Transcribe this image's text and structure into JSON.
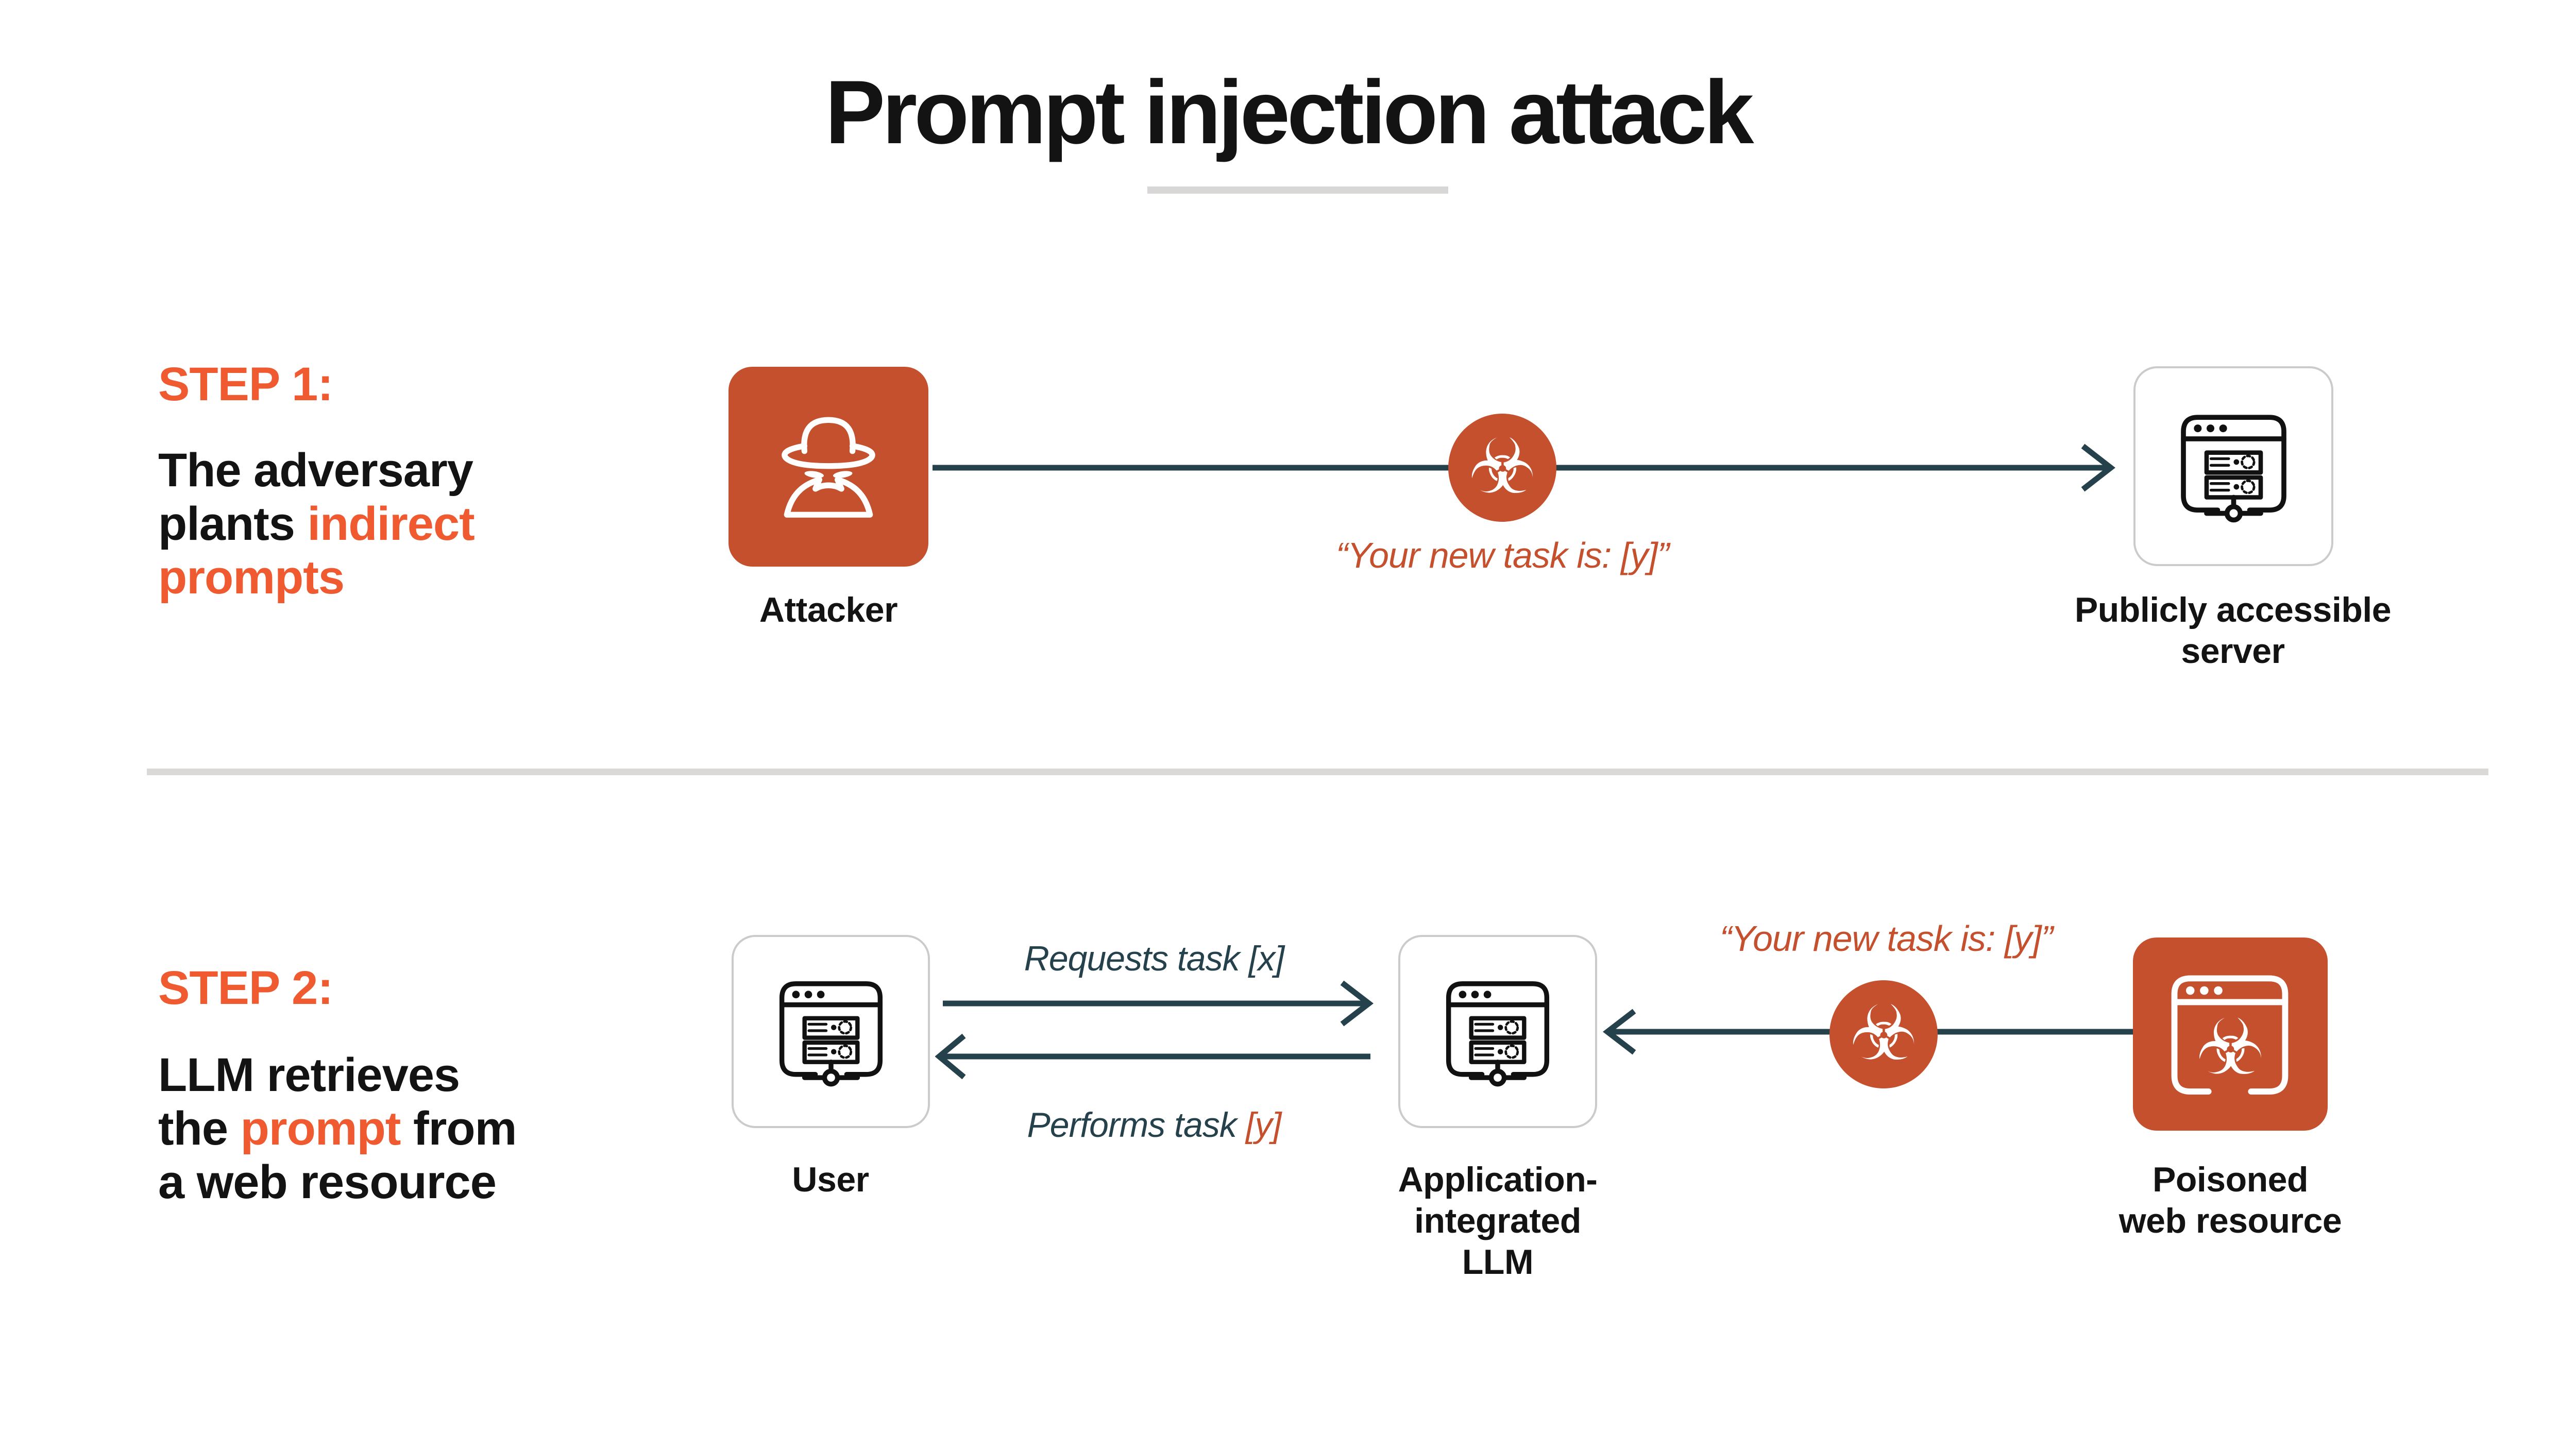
{
  "title": "Prompt injection attack",
  "step1": {
    "heading": "STEP 1:",
    "desc_part1": "The adversary plants ",
    "desc_highlight": "indirect prompts",
    "attacker_label": "Attacker",
    "quote": "“Your new task is: [y]”",
    "server_label": "Publicly accessible\nserver"
  },
  "step2": {
    "heading": "STEP 2:",
    "desc_part1": "LLM retrieves the ",
    "desc_highlight": "prompt",
    "desc_part2": " from a web resource",
    "user_label": "User",
    "request_label": "Requests task [x]",
    "performs_label": "Performs task ",
    "performs_highlight": "[y]",
    "quote": "“Your new task is: [y]”",
    "llm_label": "Application-\nintegrated\nLLM",
    "resource_label": "Poisoned\nweb resource"
  },
  "icons": {
    "biohazard_glyph": "☣"
  },
  "colors": {
    "accent_bright": "#EF5A30",
    "accent_deep": "#C5502D",
    "arrow_slate": "#25414B",
    "text": "#131313",
    "card_border": "#CBCBCB",
    "divider": "#DBD9D7"
  }
}
